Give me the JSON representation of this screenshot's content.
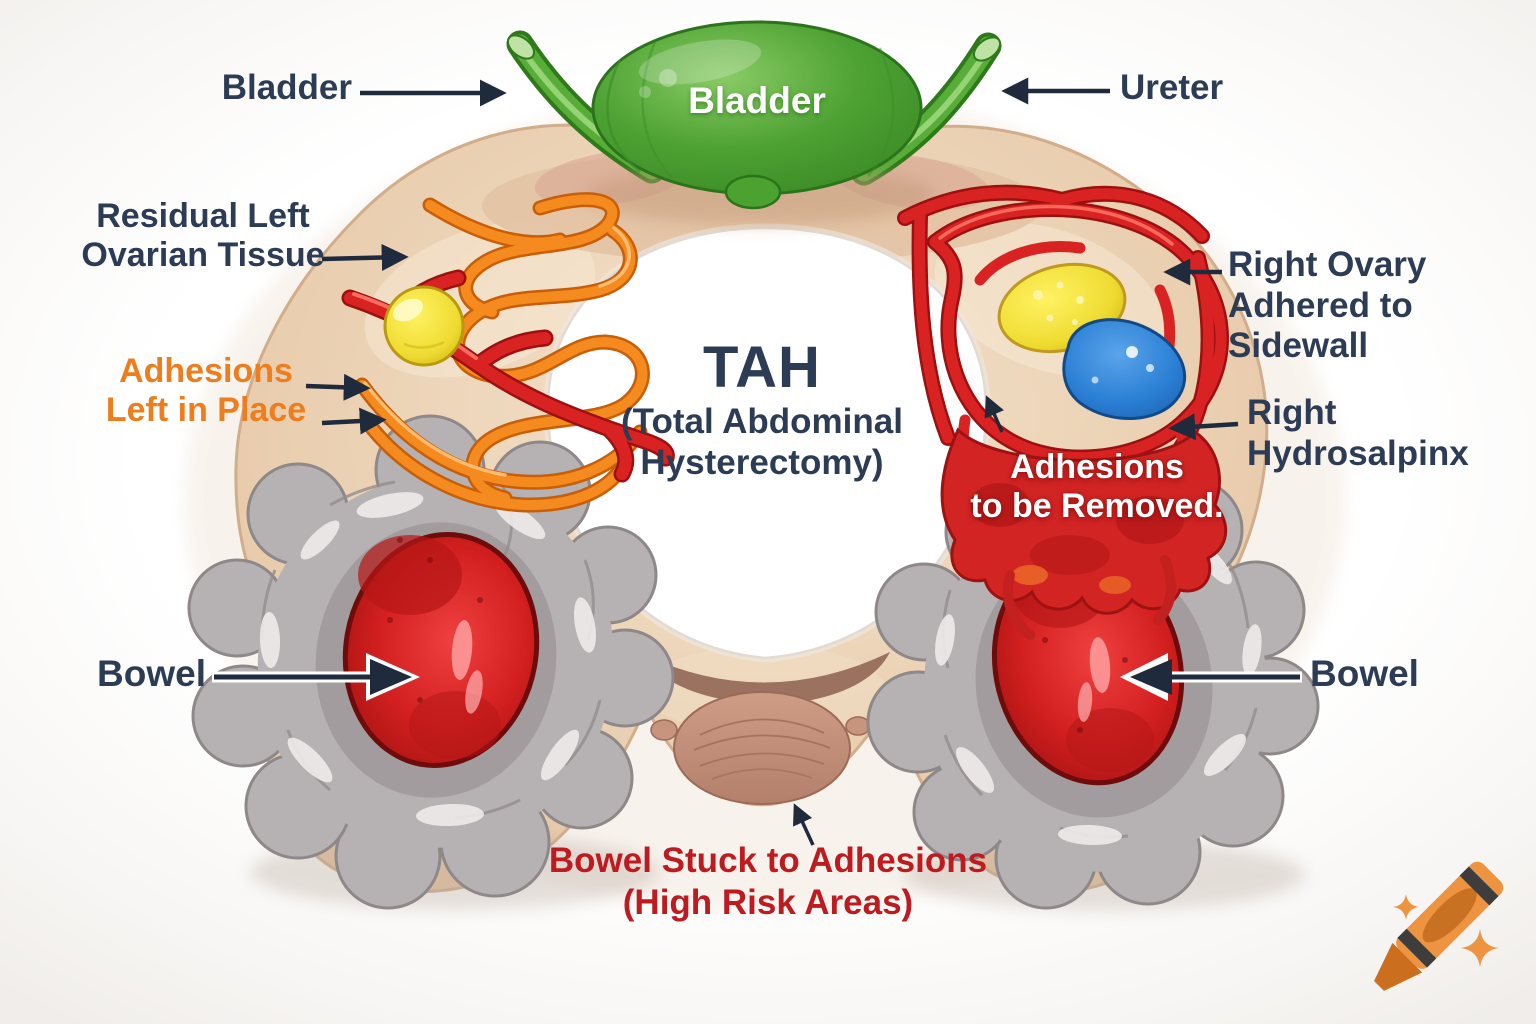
{
  "labels": {
    "bladder_pointer": "Bladder",
    "bladder_organ": "Bladder",
    "ureter": "Ureter",
    "residual_left_ovarian_tissue": "Residual Left\nOvarian Tissue",
    "adhesions_left_in_place": "Adhesions\nLeft in Place",
    "tah_acronym": "TAH",
    "tah_expansion": "(Total Abdominal\nHysterectomy)",
    "right_ovary_adhered": "Right Ovary\nAdhered to Sidewall",
    "right_hydrosalpinx": "Right\nHydrosalpinx",
    "adhesions_to_be_removed": "Adhesions\nto be Removed.",
    "bowel_left": "Bowel",
    "bowel_right": "Bowel",
    "bowel_stuck_high_risk": "Bowel Stuck to Adhesions\n(High Risk Areas)"
  },
  "colors": {
    "label_navy": "#2d3c55",
    "label_orange": "#ee7d1d",
    "label_red": "#bd1b20",
    "label_white": "#ffffff",
    "bladder_green": "#4ea233",
    "ureter_green": "#57ad37",
    "adhesion_orange": "#f58a1e",
    "vessel_red": "#d92323",
    "ovary_yellow": "#ecd34e",
    "hydrosalpinx_blue": "#2a7fd4",
    "bowel_gray": "#b6b1b3",
    "bowel_red": "#d31f1f",
    "pelvic_tissue_beige": "#ecd3b6",
    "cuff_pink": "#c7947e",
    "arrow_black": "#1f2a3c",
    "watermark_orange": "#ee9440"
  },
  "icons": {
    "watermark": "crayon-icon",
    "decorations": "sparkle-icon"
  }
}
